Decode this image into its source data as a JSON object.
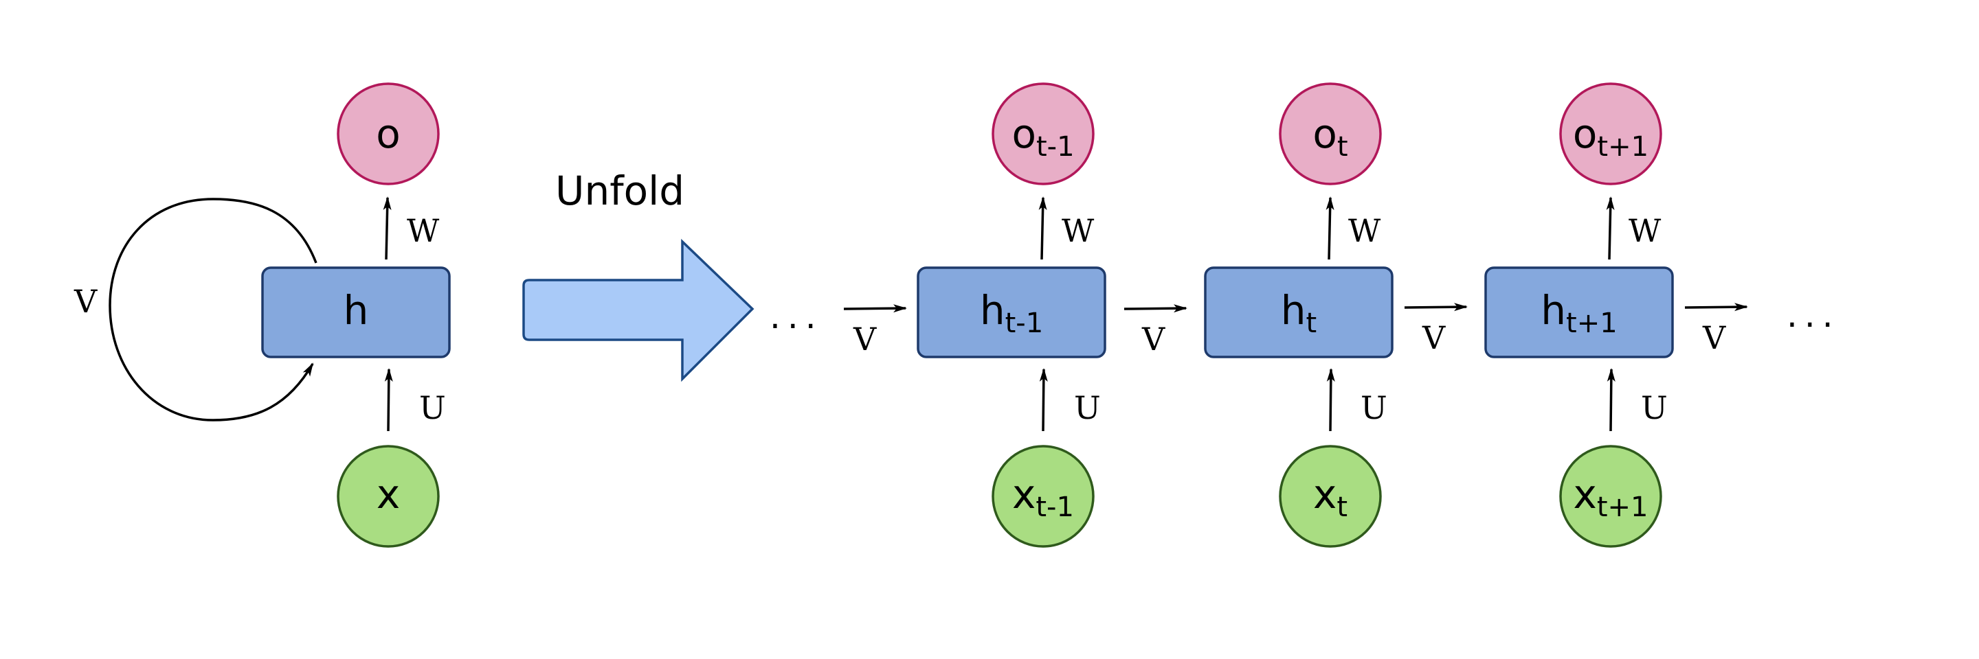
{
  "colors": {
    "output_fill": "#e8aec7",
    "output_stroke": "#b2185a",
    "hidden_fill": "#85a8dd",
    "hidden_stroke": "#1e3a6b",
    "input_fill": "#a9dd82",
    "input_stroke": "#2f5a1c",
    "arrow_fill": "#a9caf8",
    "arrow_stroke": "#1c4a85"
  },
  "folded": {
    "output": "o",
    "hidden": "h",
    "input": "x",
    "W": "W",
    "U": "U",
    "V": "V"
  },
  "unfold_label": "Unfold",
  "ellipsis": "...",
  "steps": [
    {
      "o": "o",
      "o_sub": "t-1",
      "h": "h",
      "h_sub": "t-1",
      "x": "x",
      "x_sub": "t-1",
      "W": "W",
      "U": "U",
      "V_in": "V",
      "V_out": "V"
    },
    {
      "o": "o",
      "o_sub": "t",
      "h": "h",
      "h_sub": "t",
      "x": "x",
      "x_sub": "t",
      "W": "W",
      "U": "U",
      "V_in": "V",
      "V_out": "V"
    },
    {
      "o": "o",
      "o_sub": "t+1",
      "h": "h",
      "h_sub": "t+1",
      "x": "x",
      "x_sub": "t+1",
      "W": "W",
      "U": "U",
      "V_in": "V",
      "V_out": "V"
    }
  ]
}
